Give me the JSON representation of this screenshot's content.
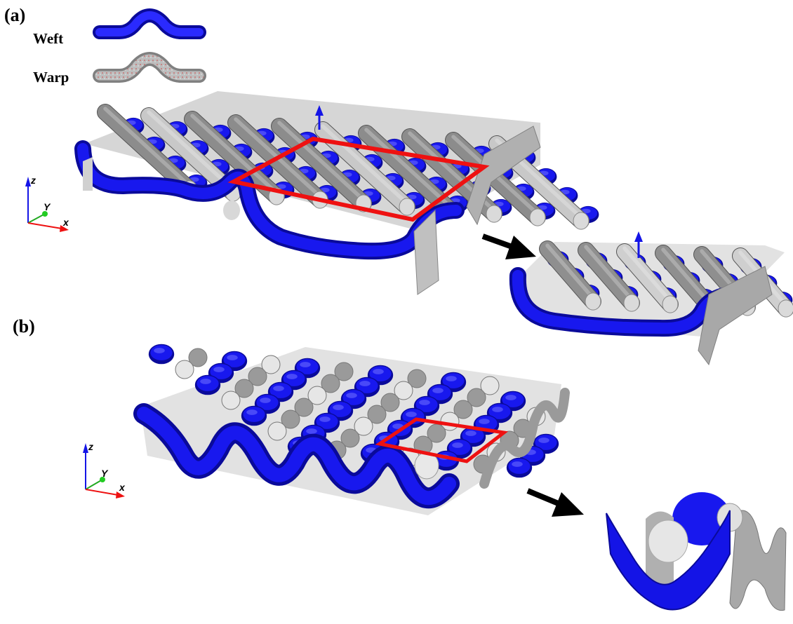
{
  "panels": {
    "a": {
      "label": "(a)"
    },
    "b": {
      "label": "(b)"
    }
  },
  "legend": {
    "weft": {
      "label": "Weft",
      "color": "#1010e0"
    },
    "warp": {
      "label": "Warp",
      "color": "#a8a8a8"
    }
  },
  "axes": {
    "z": "z",
    "y": "Y",
    "x": "x"
  },
  "colors": {
    "weft": "#1414e6",
    "weft_dark": "#0a0a90",
    "warp_dark": "#7a7a7a",
    "warp_mid": "#9a9a9a",
    "warp_light": "#d8d8d8",
    "highlight": "#ee1111",
    "arrow": "#000000"
  }
}
